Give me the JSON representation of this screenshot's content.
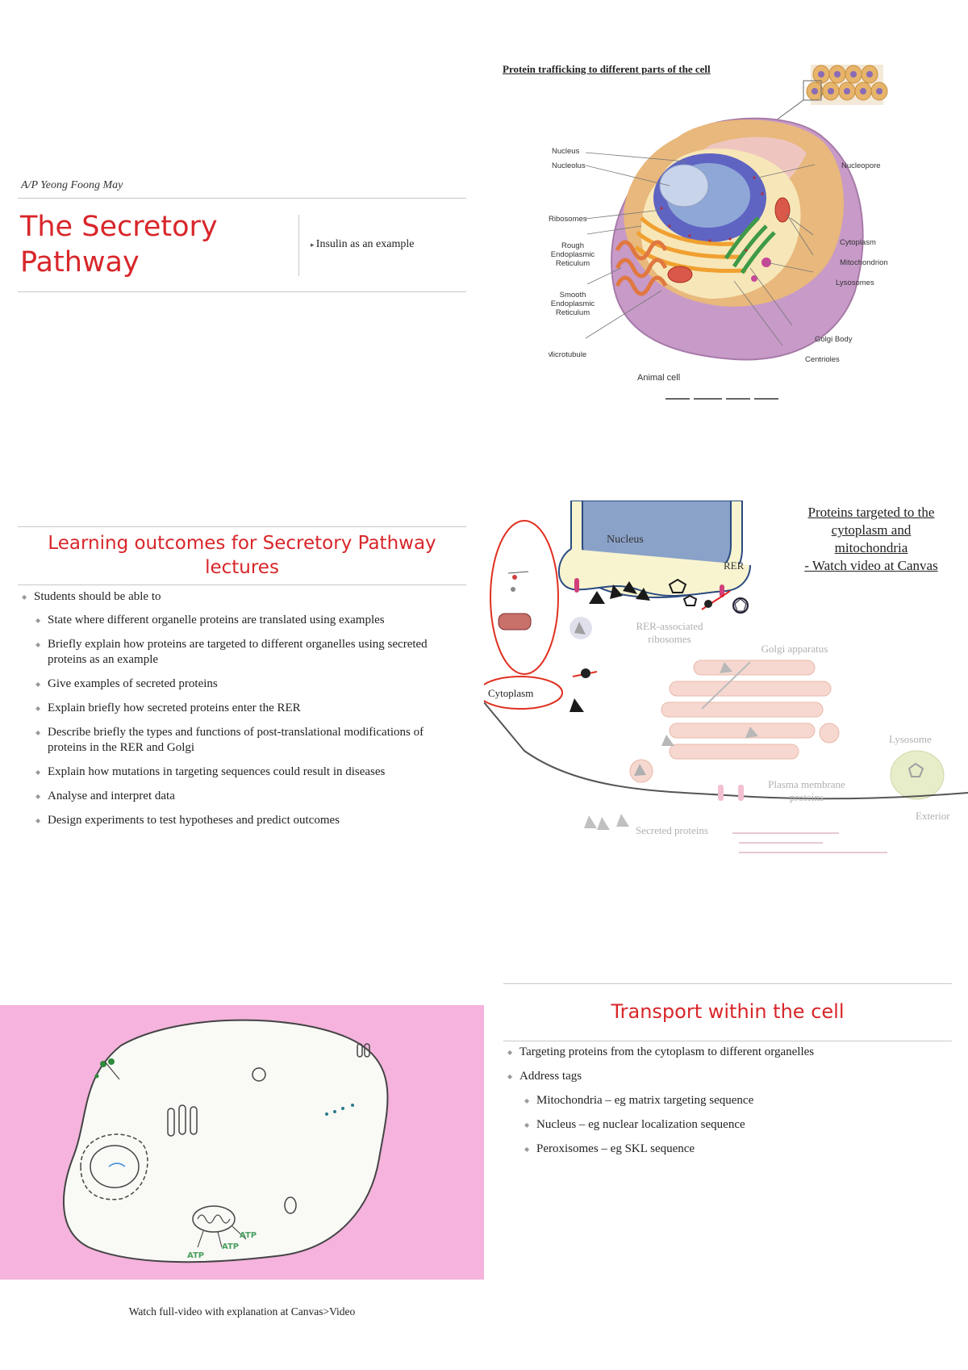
{
  "slide1": {
    "author": "A/P Yeong Foong May",
    "title_line1": "The Secretory",
    "title_line2": "Pathway",
    "side_bullet": "Insulin as an example"
  },
  "slide2": {
    "heading": "Protein trafficking to different parts of the cell",
    "labels": {
      "nucleus": "Nucleus",
      "nucleolus": "Nucleolus",
      "ribosomes": "Ribosomes",
      "rough_er_1": "Rough",
      "rough_er_2": "Endoplasmic",
      "rough_er_3": "Reticulum",
      "smooth_er_1": "Smooth",
      "smooth_er_2": "Endoplasmic",
      "smooth_er_3": "Reticulum",
      "microtubule": "Microtubule",
      "animal_cell": "Animal cell",
      "nucleopore": "Nucleopore",
      "cytoplasm": "Cytoplasm",
      "mitochondrion": "Mitochondrion",
      "lysosomes": "Lysosomes",
      "golgi_body": "Golgi Body",
      "centrioles": "Centrioles"
    }
  },
  "slide3": {
    "title_line1": "Learning outcomes for Secretory Pathway",
    "title_line2": "lectures",
    "lead": "Students should be able to",
    "items": [
      "State where different organelle proteins are translated using examples",
      "Briefly explain how proteins are targeted to different organelles using secreted proteins as an example",
      "Give examples of secreted proteins",
      "Explain briefly how secreted proteins enter the RER",
      "Describe briefly the types and functions of post-translational modifications of proteins in the RER and Golgi",
      "Explain how mutations in targeting sequences could result in diseases",
      "Analyse and interpret data",
      "Design experiments to test hypotheses and predict outcomes"
    ]
  },
  "slide4": {
    "heading_line1": "Proteins targeted to the",
    "heading_line2": "cytoplasm and",
    "heading_line3": "mitochondria",
    "heading_line4": "- Watch video at Canvas",
    "labels": {
      "nucleus": "Nucleus",
      "rer": "RER",
      "rer_ribosomes_1": "RER-associated",
      "rer_ribosomes_2": "ribosomes",
      "golgi": "Golgi apparatus",
      "cytoplasm": "Cytoplasm",
      "lysosome": "Lysosome",
      "plasma_membrane_1": "Plasma membrane",
      "plasma_membrane_2": "proteins",
      "exterior": "Exterior",
      "secreted": "Secreted proteins"
    }
  },
  "slide5": {
    "atp_1": "ATP",
    "atp_2": "ATP",
    "atp_3": "ATP",
    "caption": "Watch full-video with explanation at Canvas>Video"
  },
  "slide6": {
    "title": "Transport within the cell",
    "bullets": [
      "Targeting proteins from the cytoplasm to different organelles",
      "Address tags"
    ],
    "sub_bullets": [
      "Mitochondria – eg matrix targeting sequence",
      "Nucleus – eg nuclear localization sequence",
      "Peroxisomes – eg SKL sequence"
    ]
  },
  "colors": {
    "accent_red": "#d8262a",
    "pink_bg": "#f5b3dd",
    "rule_gray": "#c8c8c8"
  }
}
